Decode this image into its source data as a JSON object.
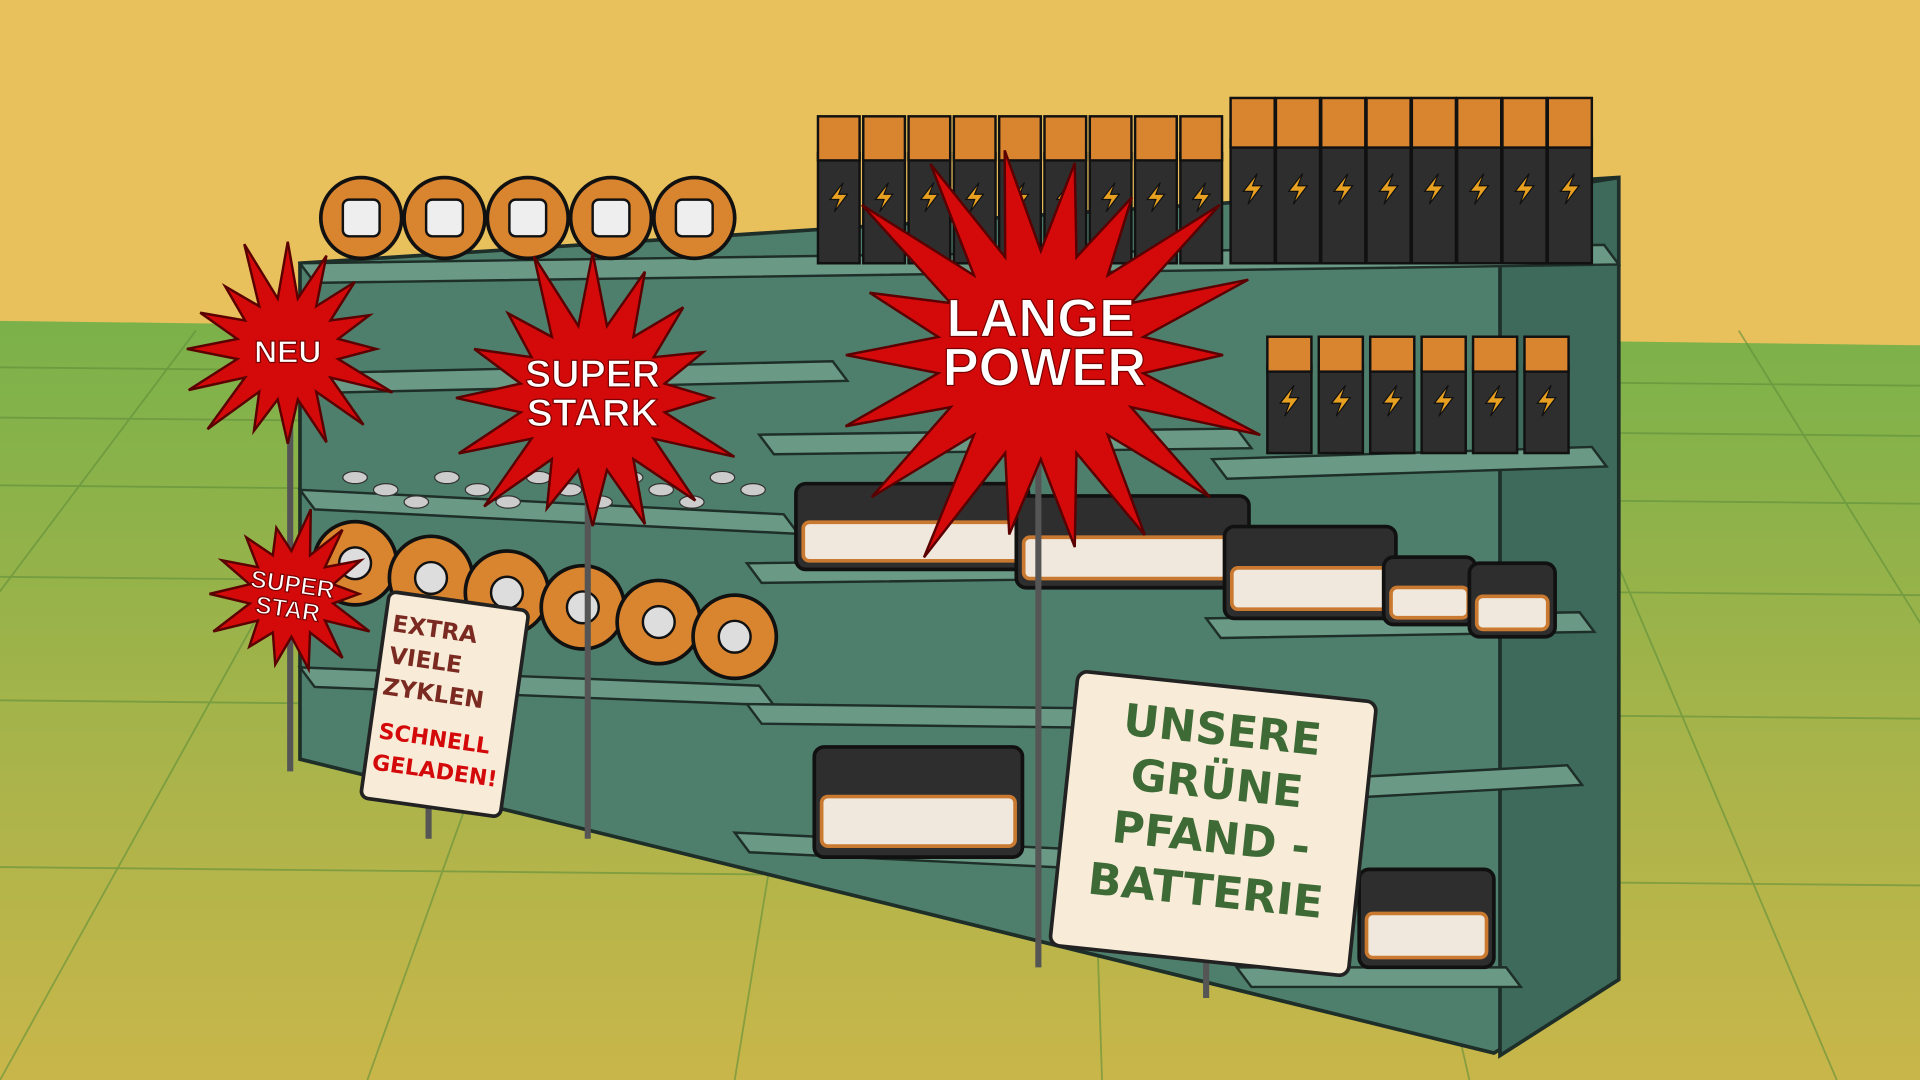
{
  "signs": {
    "neu": "NEU",
    "super_stark": [
      "SUPER",
      "STARK"
    ],
    "lange_power": [
      "LANGE",
      "POWER"
    ],
    "super_star": [
      "SUPER",
      "STAR"
    ],
    "extra": [
      "EXTRA",
      "VIELE",
      "ZYKLEN"
    ],
    "schnell": [
      "SCHNELL",
      "GELADEN!"
    ],
    "pfand": [
      "UNSERE",
      "GRÜNE",
      "PFAND -",
      "BATTERIE"
    ]
  },
  "colors": {
    "sky": "#e9c15c",
    "floor": "#8db54e",
    "shelf": "#4e7f6c",
    "burst": "#d40a0a",
    "battery_body": "#2e2e2e",
    "battery_cap": "#d9842f",
    "sign_bg": "#f8ecd8"
  }
}
